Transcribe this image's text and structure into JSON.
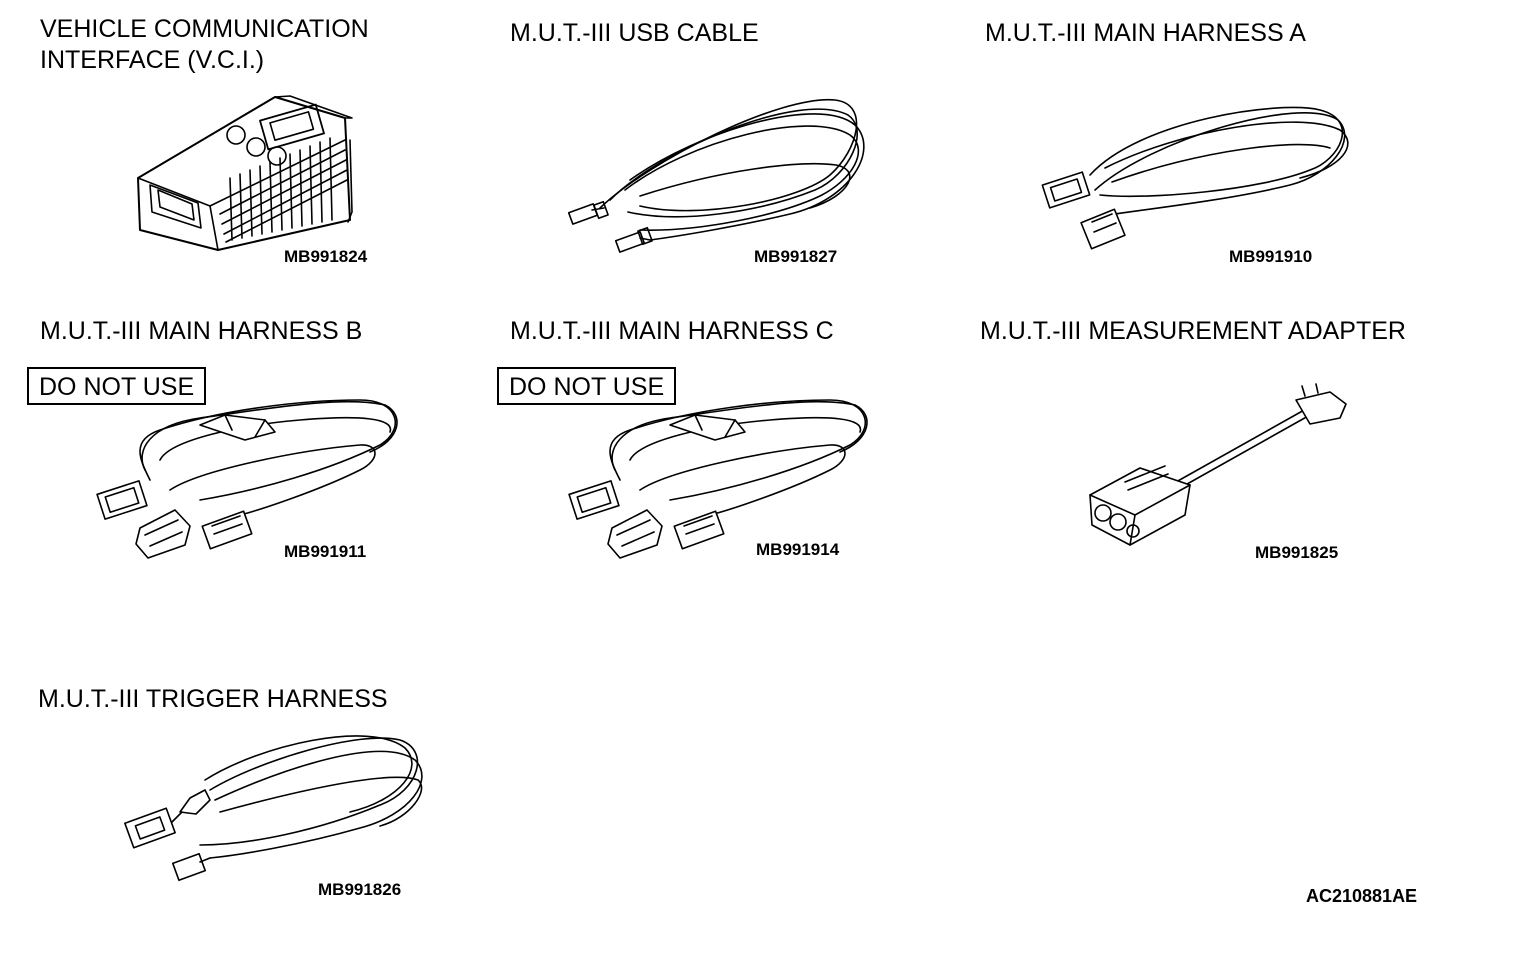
{
  "items": [
    {
      "id": "vci",
      "title": "VEHICLE COMMUNICATION\nINTERFACE (V.C.I.)",
      "part_number": "MB991824"
    },
    {
      "id": "usb-cable",
      "title": "M.U.T.-III USB CABLE",
      "part_number": "MB991827"
    },
    {
      "id": "main-harness-a",
      "title": "M.U.T.-III MAIN HARNESS A",
      "part_number": "MB991910"
    },
    {
      "id": "main-harness-b",
      "title": "M.U.T.-III MAIN HARNESS B",
      "part_number": "MB991911",
      "warning": "DO NOT USE"
    },
    {
      "id": "main-harness-c",
      "title": "M.U.T.-III MAIN HARNESS C",
      "part_number": "MB991914",
      "warning": "DO NOT USE"
    },
    {
      "id": "measurement-adapter",
      "title": "M.U.T.-III MEASUREMENT ADAPTER",
      "part_number": "MB991825"
    },
    {
      "id": "trigger-harness",
      "title": "M.U.T.-III TRIGGER HARNESS",
      "part_number": "MB991826"
    }
  ],
  "document_id": "AC210881AE"
}
